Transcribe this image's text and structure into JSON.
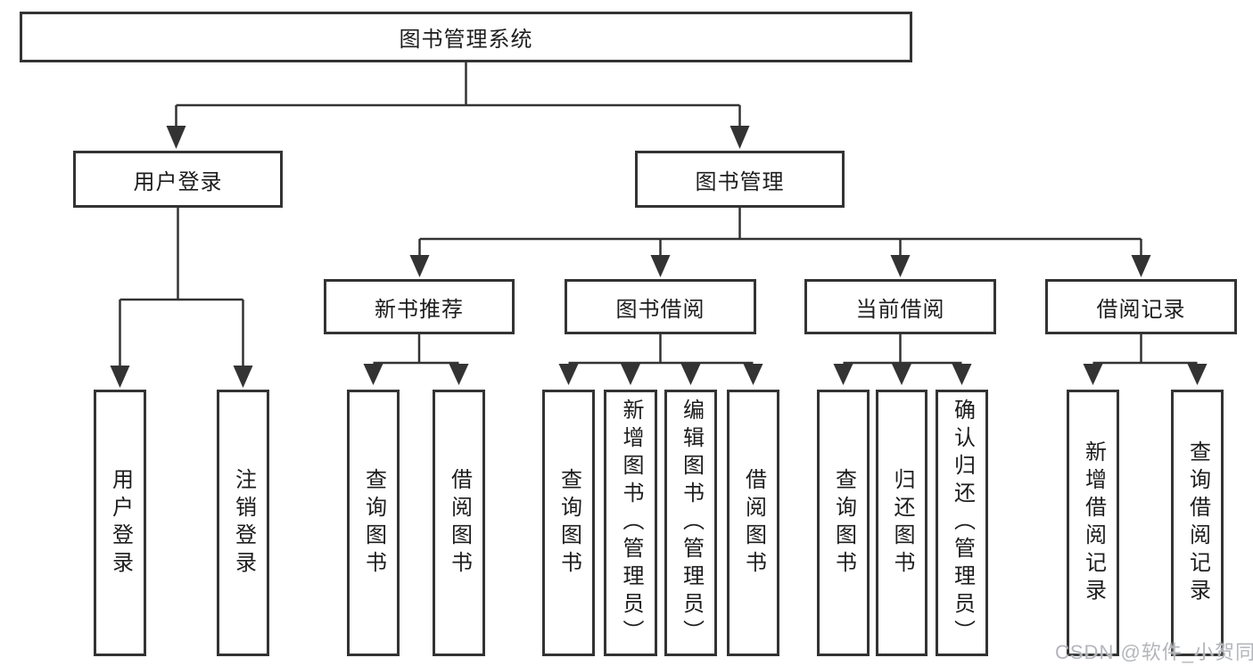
{
  "diagram": {
    "root": {
      "label": "图书管理系统"
    },
    "branches": [
      {
        "label": "用户登录",
        "leaves": [
          {
            "label": "用户登录"
          },
          {
            "label": "注销登录"
          }
        ]
      },
      {
        "label": "图书管理",
        "groups": [
          {
            "label": "新书推荐",
            "leaves": [
              {
                "label": "查询图书"
              },
              {
                "label": "借阅图书"
              }
            ]
          },
          {
            "label": "图书借阅",
            "leaves": [
              {
                "label": "查询图书"
              },
              {
                "label": "新增图书（管理员）"
              },
              {
                "label": "编辑图书（管理员）"
              },
              {
                "label": "借阅图书"
              }
            ]
          },
          {
            "label": "当前借阅",
            "leaves": [
              {
                "label": "查询图书"
              },
              {
                "label": "归还图书"
              },
              {
                "label": "确认归还（管理员）"
              }
            ]
          },
          {
            "label": "借阅记录",
            "leaves": [
              {
                "label": "新增借阅记录"
              },
              {
                "label": "查询借阅记录"
              }
            ]
          }
        ]
      }
    ]
  },
  "watermark": {
    "text": "CSDN @软件_小贺同学",
    "color": "#b3b6bb"
  },
  "colors": {
    "line": "#333333",
    "node_border": "#333333",
    "node_background": "#ffffff",
    "text": "#1d1d1f",
    "canvas_background": "#ffffff"
  }
}
